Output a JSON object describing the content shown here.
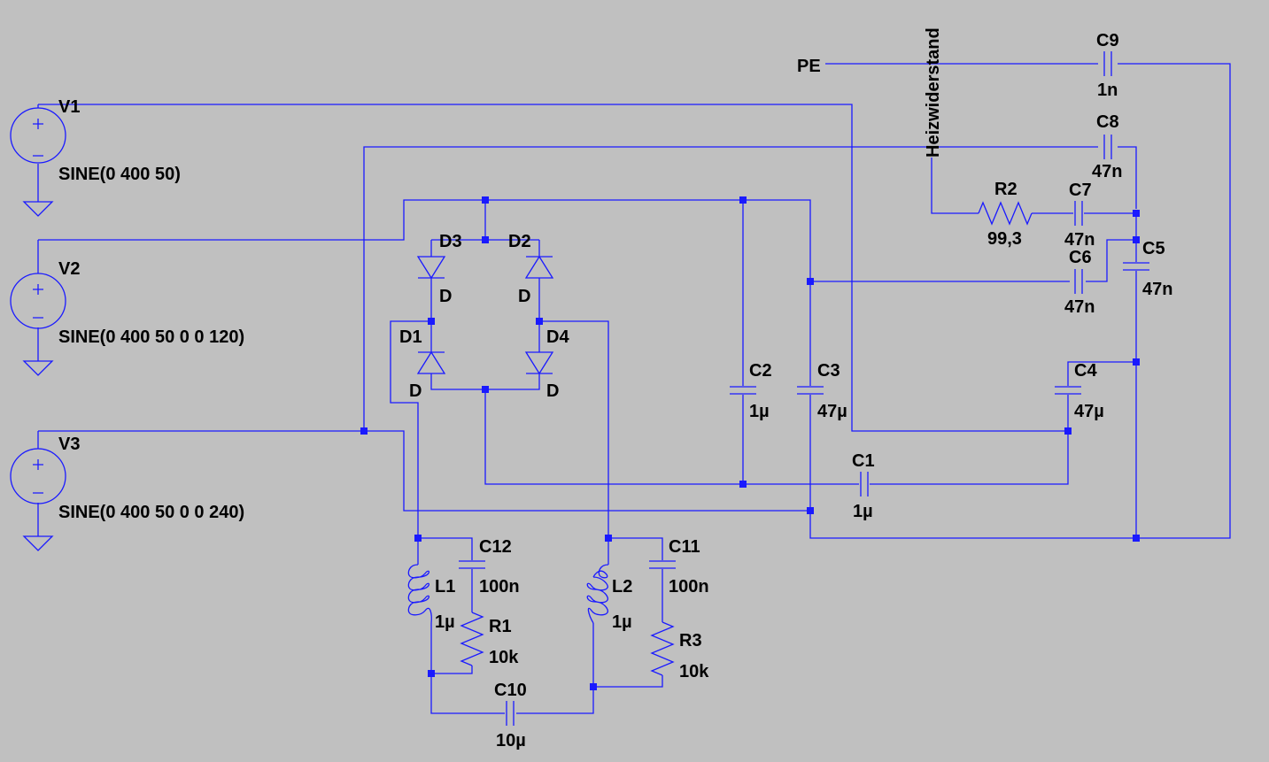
{
  "colors": {
    "background": "#c0c0c0",
    "wire": "#1a1aff",
    "text": "#000000"
  },
  "sources": [
    {
      "name": "V1",
      "value": "SINE(0 400 50)"
    },
    {
      "name": "V2",
      "value": "SINE(0 400 50 0 0 120)"
    },
    {
      "name": "V3",
      "value": "SINE(0 400 50 0 0 240)"
    }
  ],
  "diodes": {
    "D1": {
      "name": "D1",
      "model": "D"
    },
    "D2": {
      "name": "D2",
      "model": "D"
    },
    "D3": {
      "name": "D3",
      "model": "D"
    },
    "D4": {
      "name": "D4",
      "model": "D"
    }
  },
  "capacitors": {
    "C1": {
      "name": "C1",
      "value": "1µ"
    },
    "C2": {
      "name": "C2",
      "value": "1µ"
    },
    "C3": {
      "name": "C3",
      "value": "47µ"
    },
    "C4": {
      "name": "C4",
      "value": "47µ"
    },
    "C5": {
      "name": "C5",
      "value": "47n"
    },
    "C6": {
      "name": "C6",
      "value": "47n"
    },
    "C7": {
      "name": "C7",
      "value": "47n"
    },
    "C8": {
      "name": "C8",
      "value": "47n"
    },
    "C9": {
      "name": "C9",
      "value": "1n"
    },
    "C10": {
      "name": "C10",
      "value": "10µ"
    },
    "C11": {
      "name": "C11",
      "value": "100n"
    },
    "C12": {
      "name": "C12",
      "value": "100n"
    }
  },
  "resistors": {
    "R1": {
      "name": "R1",
      "value": "10k"
    },
    "R2": {
      "name": "R2",
      "value": "99,3"
    },
    "R3": {
      "name": "R3",
      "value": "10k"
    }
  },
  "inductors": {
    "L1": {
      "name": "L1",
      "value": "1µ"
    },
    "L2": {
      "name": "L2",
      "value": "1µ"
    }
  },
  "net_labels": {
    "pe": "PE",
    "heater": "Heizwiderstand"
  }
}
